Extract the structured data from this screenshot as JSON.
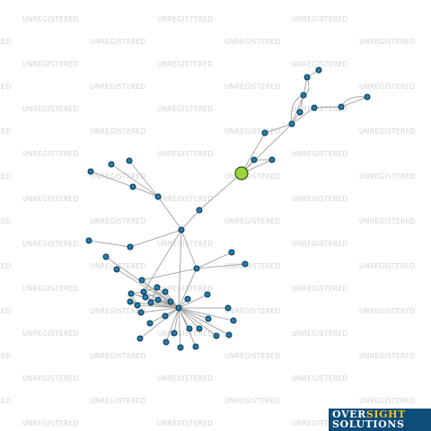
{
  "watermark": {
    "text": "UNREGISTERED",
    "color": "#d3d3d3"
  },
  "logo": {
    "word1": "OVER",
    "word2": "SIGHT",
    "word3": "SOLUTIONS",
    "bg": "#0e4d7a",
    "accent": "#f2c12e"
  },
  "colors": {
    "node": "#1f7fb3",
    "focus_node": "#9bd43c",
    "edge": "#a8a8a8"
  },
  "graph": {
    "node_count": 56,
    "focus_node": "n0",
    "edges": [
      [
        "n0",
        "n1"
      ],
      [
        "n0",
        "n2"
      ],
      [
        "n0",
        "n3"
      ],
      [
        "n0",
        "n5"
      ],
      [
        "n3",
        "n5"
      ],
      [
        "n1",
        "n2"
      ],
      [
        "n5",
        "n6"
      ],
      [
        "n6",
        "n7"
      ],
      [
        "n7",
        "n8"
      ],
      [
        "n8",
        "n9"
      ],
      [
        "n5",
        "n10"
      ],
      [
        "n10",
        "n11"
      ],
      [
        "n11",
        "n12"
      ],
      [
        "n5",
        "n7"
      ],
      [
        "n0",
        "n13"
      ],
      [
        "n13",
        "n14"
      ],
      [
        "n14",
        "n15"
      ],
      [
        "n15",
        "n16"
      ],
      [
        "n16",
        "n17"
      ],
      [
        "n15",
        "n18"
      ],
      [
        "n15",
        "n19"
      ],
      [
        "n14",
        "n20"
      ],
      [
        "n20",
        "n21"
      ],
      [
        "n14",
        "n22"
      ],
      [
        "n22",
        "n23"
      ],
      [
        "n22",
        "n24"
      ],
      [
        "n22",
        "n25"
      ],
      [
        "n14",
        "n26"
      ],
      [
        "n26",
        "n27"
      ],
      [
        "n26",
        "n28"
      ],
      [
        "n14",
        "n30"
      ],
      [
        "n26",
        "n29"
      ],
      [
        "n26",
        "n30"
      ],
      [
        "n26",
        "n31"
      ],
      [
        "n26",
        "n32"
      ],
      [
        "n26",
        "n33"
      ],
      [
        "n26",
        "n34"
      ],
      [
        "n26",
        "n35"
      ],
      [
        "n26",
        "n36"
      ],
      [
        "n26",
        "n37"
      ],
      [
        "n26",
        "n38"
      ],
      [
        "n26",
        "n39"
      ],
      [
        "n26",
        "n40"
      ],
      [
        "n26",
        "n41"
      ],
      [
        "n26",
        "n42"
      ],
      [
        "n26",
        "n43"
      ],
      [
        "n26",
        "n44"
      ],
      [
        "n26",
        "n45"
      ],
      [
        "n26",
        "n46"
      ],
      [
        "n26",
        "n47"
      ],
      [
        "n26",
        "n48"
      ],
      [
        "n26",
        "n49"
      ],
      [
        "n26",
        "n50"
      ],
      [
        "n26",
        "n51"
      ],
      [
        "n26",
        "n52"
      ],
      [
        "n26",
        "n53"
      ],
      [
        "n26",
        "n54"
      ],
      [
        "n26",
        "n55"
      ],
      [
        "n22",
        "n26"
      ],
      [
        "n23",
        "n26"
      ],
      [
        "n29",
        "n30"
      ],
      [
        "n30",
        "n31"
      ],
      [
        "n32",
        "n33"
      ],
      [
        "n29",
        "n33"
      ],
      [
        "n34",
        "n35"
      ],
      [
        "n37",
        "n38"
      ],
      [
        "n31",
        "n36"
      ],
      [
        "n29",
        "n35"
      ]
    ]
  }
}
